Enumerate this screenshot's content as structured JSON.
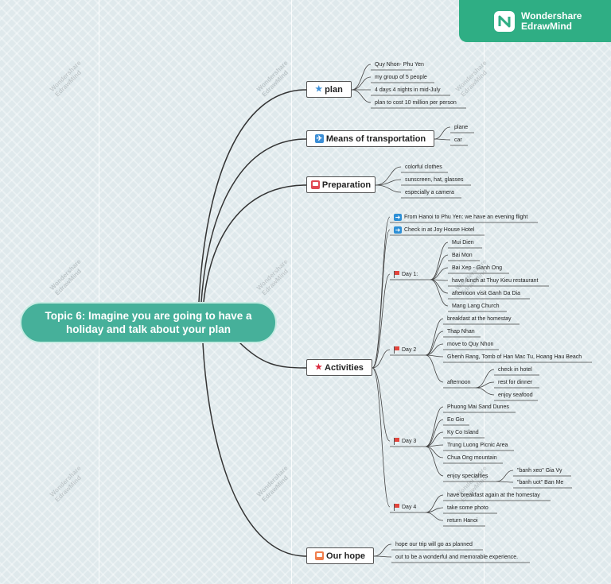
{
  "branding": {
    "line1": "Wondershare",
    "line2": "EdrawMind",
    "logo_icon": "edrawmind-logo-icon",
    "color": "#2fae84"
  },
  "watermark": {
    "line1": "Wondershare",
    "line2": "EdrawMind"
  },
  "central": {
    "title": "Topic 6: Imagine you are going to have a holiday and talk about your plan",
    "color": "#46b09a"
  },
  "plan": {
    "label": "plan",
    "icon": "blue-star-icon",
    "items": [
      "Quy Nhon- Phu Yen",
      "my group of 5 people",
      "4 days 4 nights in mid-July",
      "plan to cost 10 million per person"
    ]
  },
  "transport": {
    "label": "Means of transportation",
    "icon": "airplane-icon",
    "items": [
      "plane",
      "car"
    ]
  },
  "preparation": {
    "label": "Preparation",
    "icon": "clipboard-icon",
    "items": [
      "colorful clothes",
      "sunscreen, hat, glasses",
      "especially a camera"
    ]
  },
  "activities": {
    "label": "Activities",
    "icon": "red-star-icon",
    "arrows": [
      "From Hanoi to Phu Yen: we have an evening flight",
      "Check in at Joy House Hotel"
    ],
    "day1": {
      "label": "Day 1:",
      "items": [
        "Mui Dien",
        "Bai Mon",
        "Bai Xep - Ganh Ong",
        "have lunch at Thuy Kieu restaurant",
        "afternoon visit Ganh Da Dia",
        "Mang Lang Church"
      ]
    },
    "day2": {
      "label": "Day 2",
      "items": [
        "breakfast at the homestay",
        "Thap Nhan",
        "move to Quy Nhon",
        "Ghenh Rang, Tomb of Han Mac Tu, Hoang Hau Beach"
      ],
      "afternoon": {
        "label": "afternoon",
        "items": [
          "check in hotel",
          "rest for dinner",
          "enjoy seafood"
        ]
      }
    },
    "day3": {
      "label": "Day 3",
      "items": [
        "Phuong Mai Sand Dunes",
        "Eo Gio",
        "Ky Co Island",
        "Trung Luong Picnic Area",
        "Chua Ong mountain"
      ],
      "specialties": {
        "label": "enjoy specialties",
        "items": [
          "\"banh xeo\" Gia Vy",
          "\"banh uot\" Ban Me"
        ]
      }
    },
    "day4": {
      "label": "Day 4",
      "items": [
        "have breakfast again at the homestay",
        "take some photo",
        "return Hanoi"
      ]
    }
  },
  "hope": {
    "label": "Our hope",
    "icon": "note-icon",
    "items": [
      "hope our trip will go as planned",
      "out to be a wonderful and memorable experience."
    ]
  }
}
